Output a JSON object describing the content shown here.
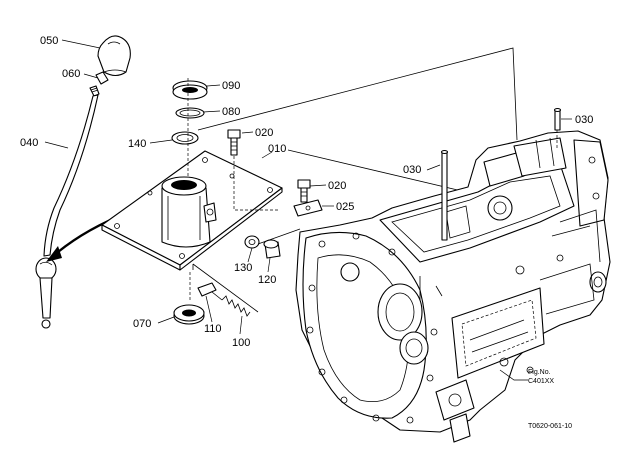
{
  "labels": {
    "p050": "050",
    "p060": "060",
    "p040": "040",
    "p090": "090",
    "p080": "080",
    "p020a": "020",
    "p140": "140",
    "p010": "010",
    "p020b": "020",
    "p025": "025",
    "p030a": "030",
    "p030b": "030",
    "p130": "130",
    "p120": "120",
    "p070": "070",
    "p110": "110",
    "p100": "100"
  },
  "figure": {
    "fig_line1": "Fig.No.",
    "fig_line2": "C401XX"
  },
  "drawing_ref": "T0620-061-10"
}
